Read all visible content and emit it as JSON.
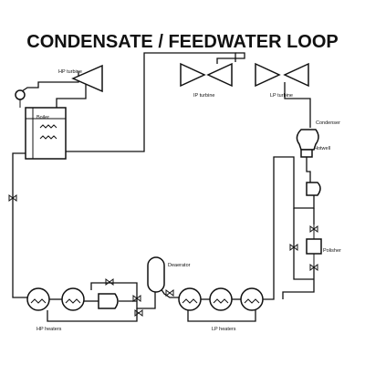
{
  "title": "CONDENSATE / FEEDWATER LOOP",
  "labels": {
    "hp_turbine": "HP turbine",
    "ip_turbine": "IP turbine",
    "lp_turbine": "LP turbine",
    "boiler": "Boiler",
    "condenser": "Condenser",
    "hotwell": "Hotwell",
    "deaerator": "Deaerator",
    "polisher": "Polisher",
    "hp_heaters": "HP heaters",
    "lp_heaters": "LP heaters"
  },
  "icons": [
    "boiler-icon",
    "turbine-icon",
    "condenser-icon",
    "pump-icon",
    "heater-icon",
    "valve-icon",
    "tank-icon",
    "polisher-icon"
  ]
}
